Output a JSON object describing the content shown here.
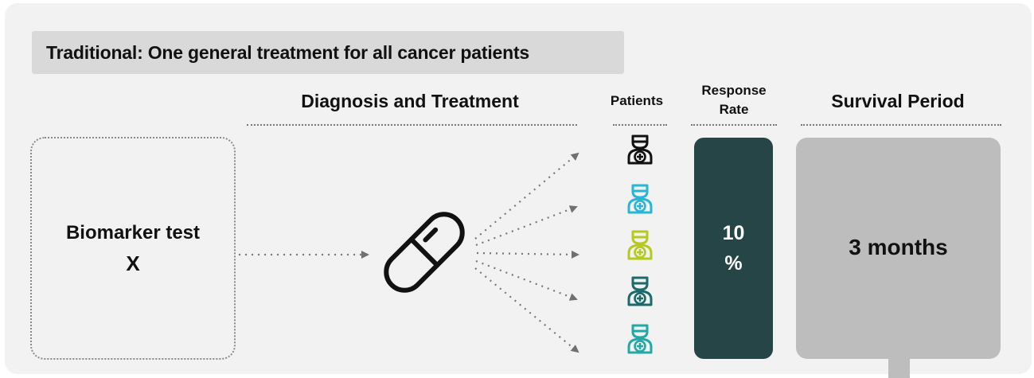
{
  "title": "Traditional: One general treatment for all cancer patients",
  "headers": {
    "diagnosis": "Diagnosis and Treatment",
    "patients": "Patients",
    "response_line1": "Response",
    "response_line2": "Rate",
    "survival": "Survival Period"
  },
  "biomarker": {
    "label": "Biomarker test",
    "value": "X"
  },
  "icons": {
    "treatment": "pill-icon",
    "patient": "patient-icon"
  },
  "patients": [
    {
      "color": "#111111"
    },
    {
      "color": "#29b6d6"
    },
    {
      "color": "#b5c91e"
    },
    {
      "color": "#1b6b6d"
    },
    {
      "color": "#23a8a8"
    }
  ],
  "response_rate": {
    "number": "10",
    "unit": "%"
  },
  "survival": {
    "value": "3 months"
  },
  "colors": {
    "panel": "#f2f2f2",
    "title_bg": "#d9d9d9",
    "response_bg": "#264546",
    "survival_bg": "#bdbdbd"
  }
}
